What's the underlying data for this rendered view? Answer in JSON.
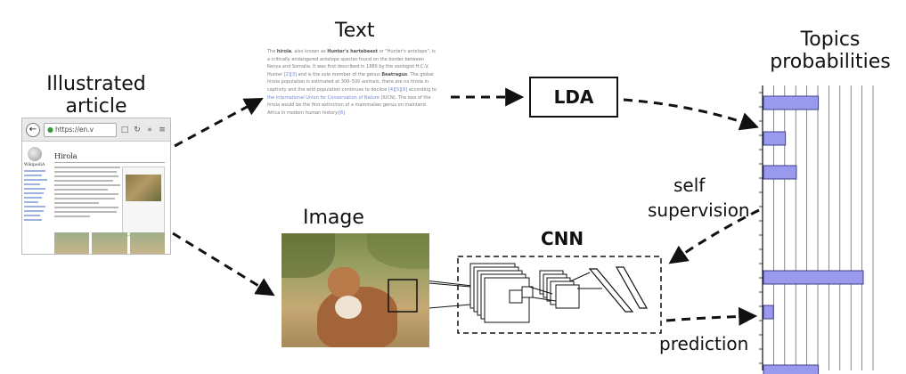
{
  "labels": {
    "illustrated_article": [
      "Illustrated",
      "article"
    ],
    "text": "Text",
    "image": "Image",
    "lda": "LDA",
    "cnn": "CNN",
    "topics_probabilities": [
      "Topics",
      "probabilities"
    ],
    "self_supervision": [
      "self",
      "supervision"
    ],
    "prediction": "prediction"
  },
  "browser": {
    "url": "https://en.v",
    "article_title": "Hirola",
    "wiki_wordmark": "WikipediA"
  },
  "text_snippet": [
    {
      "t": "The "
    },
    {
      "t": "hirola",
      "b": true
    },
    {
      "t": ", also known as "
    },
    {
      "t": "Hunter's hartebeest",
      "b": true
    },
    {
      "t": " or \"Hunter's antelope\", is a critically endangered antelope species found on the border between Kenya and Somalia. It was first described in 1889 by the zoologist H.C.V. Hunter "
    },
    {
      "t": "[2][3]",
      "link": true
    },
    {
      "t": " and is the sole member of the genus "
    },
    {
      "t": "Beatragus",
      "b": true
    },
    {
      "t": ". The global hirola population is estimated at 300–500 animals, there are no hirola in captivity and the wild population continues to decline "
    },
    {
      "t": "[4][5][6]",
      "link": true
    },
    {
      "t": " according to "
    },
    {
      "t": "the International Union for Conservation of Nature",
      "link": true
    },
    {
      "t": " (IUCN). The loss of the hirola would be the first extinction of a mammalian genus on mainland Africa in modern human history."
    },
    {
      "t": "[6]",
      "link": true
    }
  ],
  "topics_bars": [
    0.55,
    0.22,
    0.33,
    0,
    0,
    0,
    0,
    0,
    1.0,
    0.1,
    0.55
  ],
  "colors": {
    "bar_fill": "#9999ee",
    "bar_stroke": "#3f3f8a",
    "line": "#111111"
  }
}
